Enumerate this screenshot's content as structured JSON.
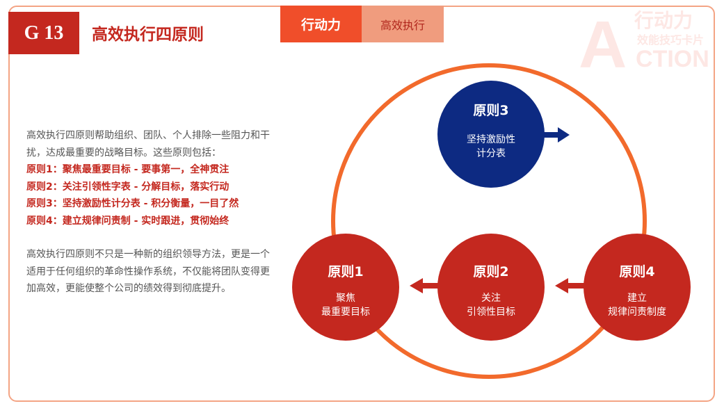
{
  "header": {
    "code": "G 13",
    "title": "高效执行四原则",
    "tab_active": "行动力",
    "tab_inactive": "高效执行"
  },
  "watermark": {
    "letter": "A",
    "line1": "行动力",
    "line2": "效能技巧卡片",
    "line3": "CTION"
  },
  "intro": [
    "高效执行四原则帮助组织、团队、个人排除一些阻力和干扰，达成最重要的战略目标。这些原则包括："
  ],
  "principles": [
    "原则1：聚焦最重要目标 - 要事第一，全神贯注",
    "原则2：关注引领性字表 - 分解目标，落实行动",
    "原则3：坚持激励性计分表 - 积分衡量，一目了然",
    "原则4：建立规律问责制 - 实时跟进，贯彻始终"
  ],
  "outro": "高效执行四原则不只是一种新的组织领导方法，更是一个适用于任何组织的革命性操作系统，不仅能将团队变得更加高效，更能使整个公司的绩效得到彻底提升。",
  "circles": [
    {
      "title": "原则1",
      "line1": "聚焦",
      "line2": "最重要目标"
    },
    {
      "title": "原则2",
      "line1": "关注",
      "line2": "引领性目标"
    },
    {
      "title": "原则3",
      "line1": "坚持激励性",
      "line2": "计分表"
    },
    {
      "title": "原则4",
      "line1": "建立",
      "line2": "规律问责制度"
    }
  ],
  "colors": {
    "red": "#C4281F",
    "navy": "#0D2A82",
    "orange": "#F26A2C"
  }
}
